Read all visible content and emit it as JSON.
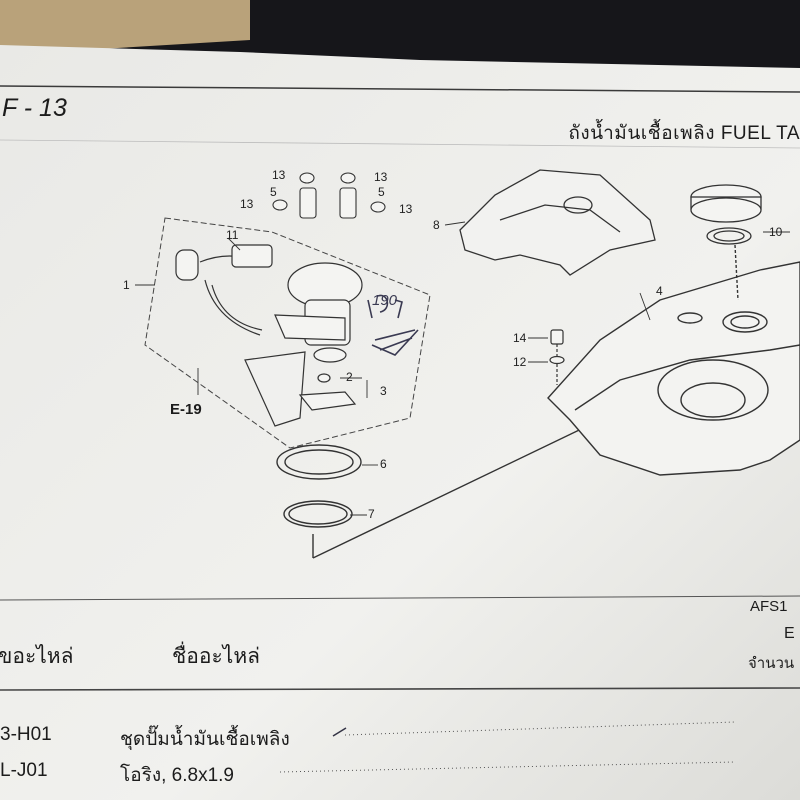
{
  "header": {
    "page_code": "F - 13",
    "title": "ถังน้ำมันเชื้อเพลิง  FUEL TA"
  },
  "diagram": {
    "callouts": [
      "1",
      "2",
      "3",
      "4",
      "5",
      "5",
      "6",
      "7",
      "8",
      "10",
      "11",
      "12",
      "13",
      "13",
      "13",
      "13",
      "14"
    ],
    "ref": "E-19",
    "handwritten": "190"
  },
  "table": {
    "model_code": "AFS1",
    "model_sub": "E",
    "qty_header": "จำนวน",
    "col_part_no": "ขอะไหล่",
    "col_part_name": "ชื่ออะไหล่",
    "rows": [
      {
        "part_no": "3-H01",
        "part_name": "ชุดปั๊มน้ำมันเชื้อเพลิง"
      },
      {
        "part_no": "L-J01",
        "part_name": "โอริง, 6.8x1.9"
      }
    ]
  }
}
